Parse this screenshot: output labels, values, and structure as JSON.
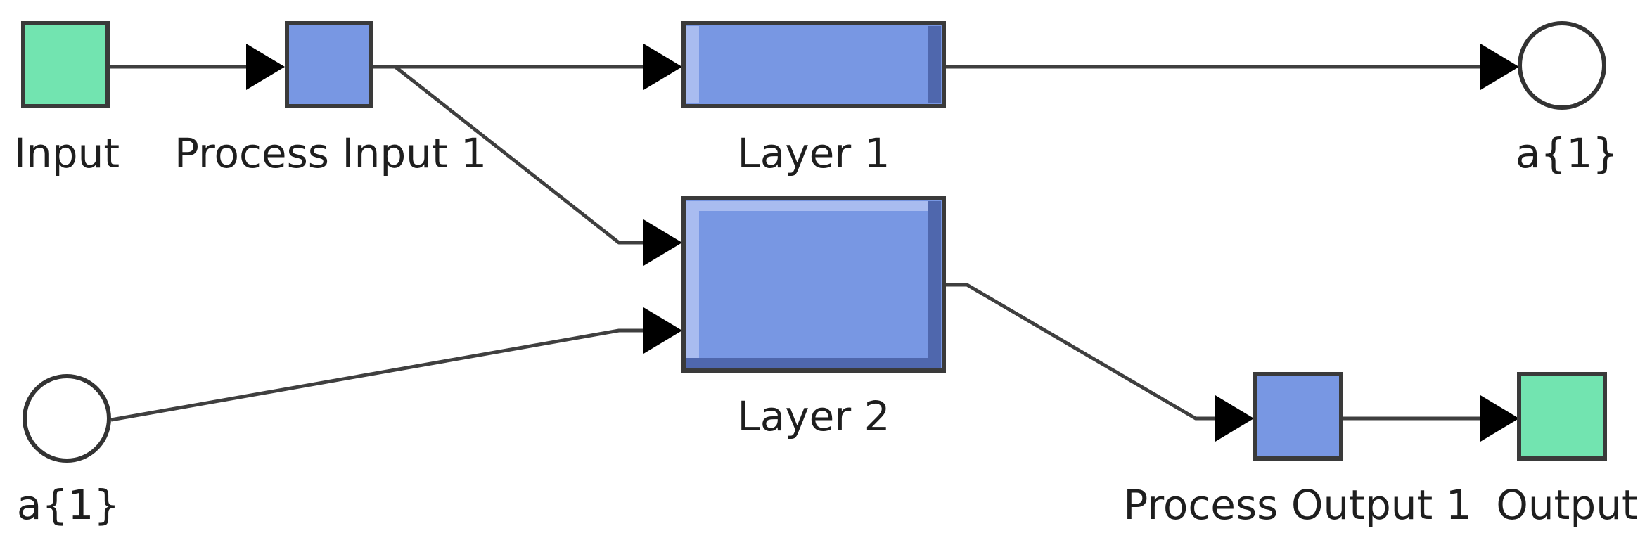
{
  "blocks": {
    "input": {
      "label": "Input",
      "fill": "#72e4b0"
    },
    "process_input": {
      "label": "Process Input 1",
      "fill": "#7897e3"
    },
    "layer1": {
      "label": "Layer 1",
      "fill": "#7897e3"
    },
    "layer2": {
      "label": "Layer 2",
      "fill": "#7897e3"
    },
    "process_output": {
      "label": "Process Output 1",
      "fill": "#7897e3"
    },
    "output": {
      "label": "Output",
      "fill": "#72e4b0"
    },
    "out_port": {
      "label": "a{1}"
    },
    "in_port": {
      "label": "a{1}"
    }
  },
  "connections": [
    {
      "from": "Input",
      "to": "Process Input 1"
    },
    {
      "from": "Process Input 1",
      "to": "Layer 1"
    },
    {
      "from": "Process Input 1",
      "to": "Layer 2"
    },
    {
      "from": "a{1}",
      "to": "Layer 2"
    },
    {
      "from": "Layer 1",
      "to": "a{1}"
    },
    {
      "from": "Layer 2",
      "to": "Process Output 1"
    },
    {
      "from": "Process Output 1",
      "to": "Output"
    }
  ]
}
